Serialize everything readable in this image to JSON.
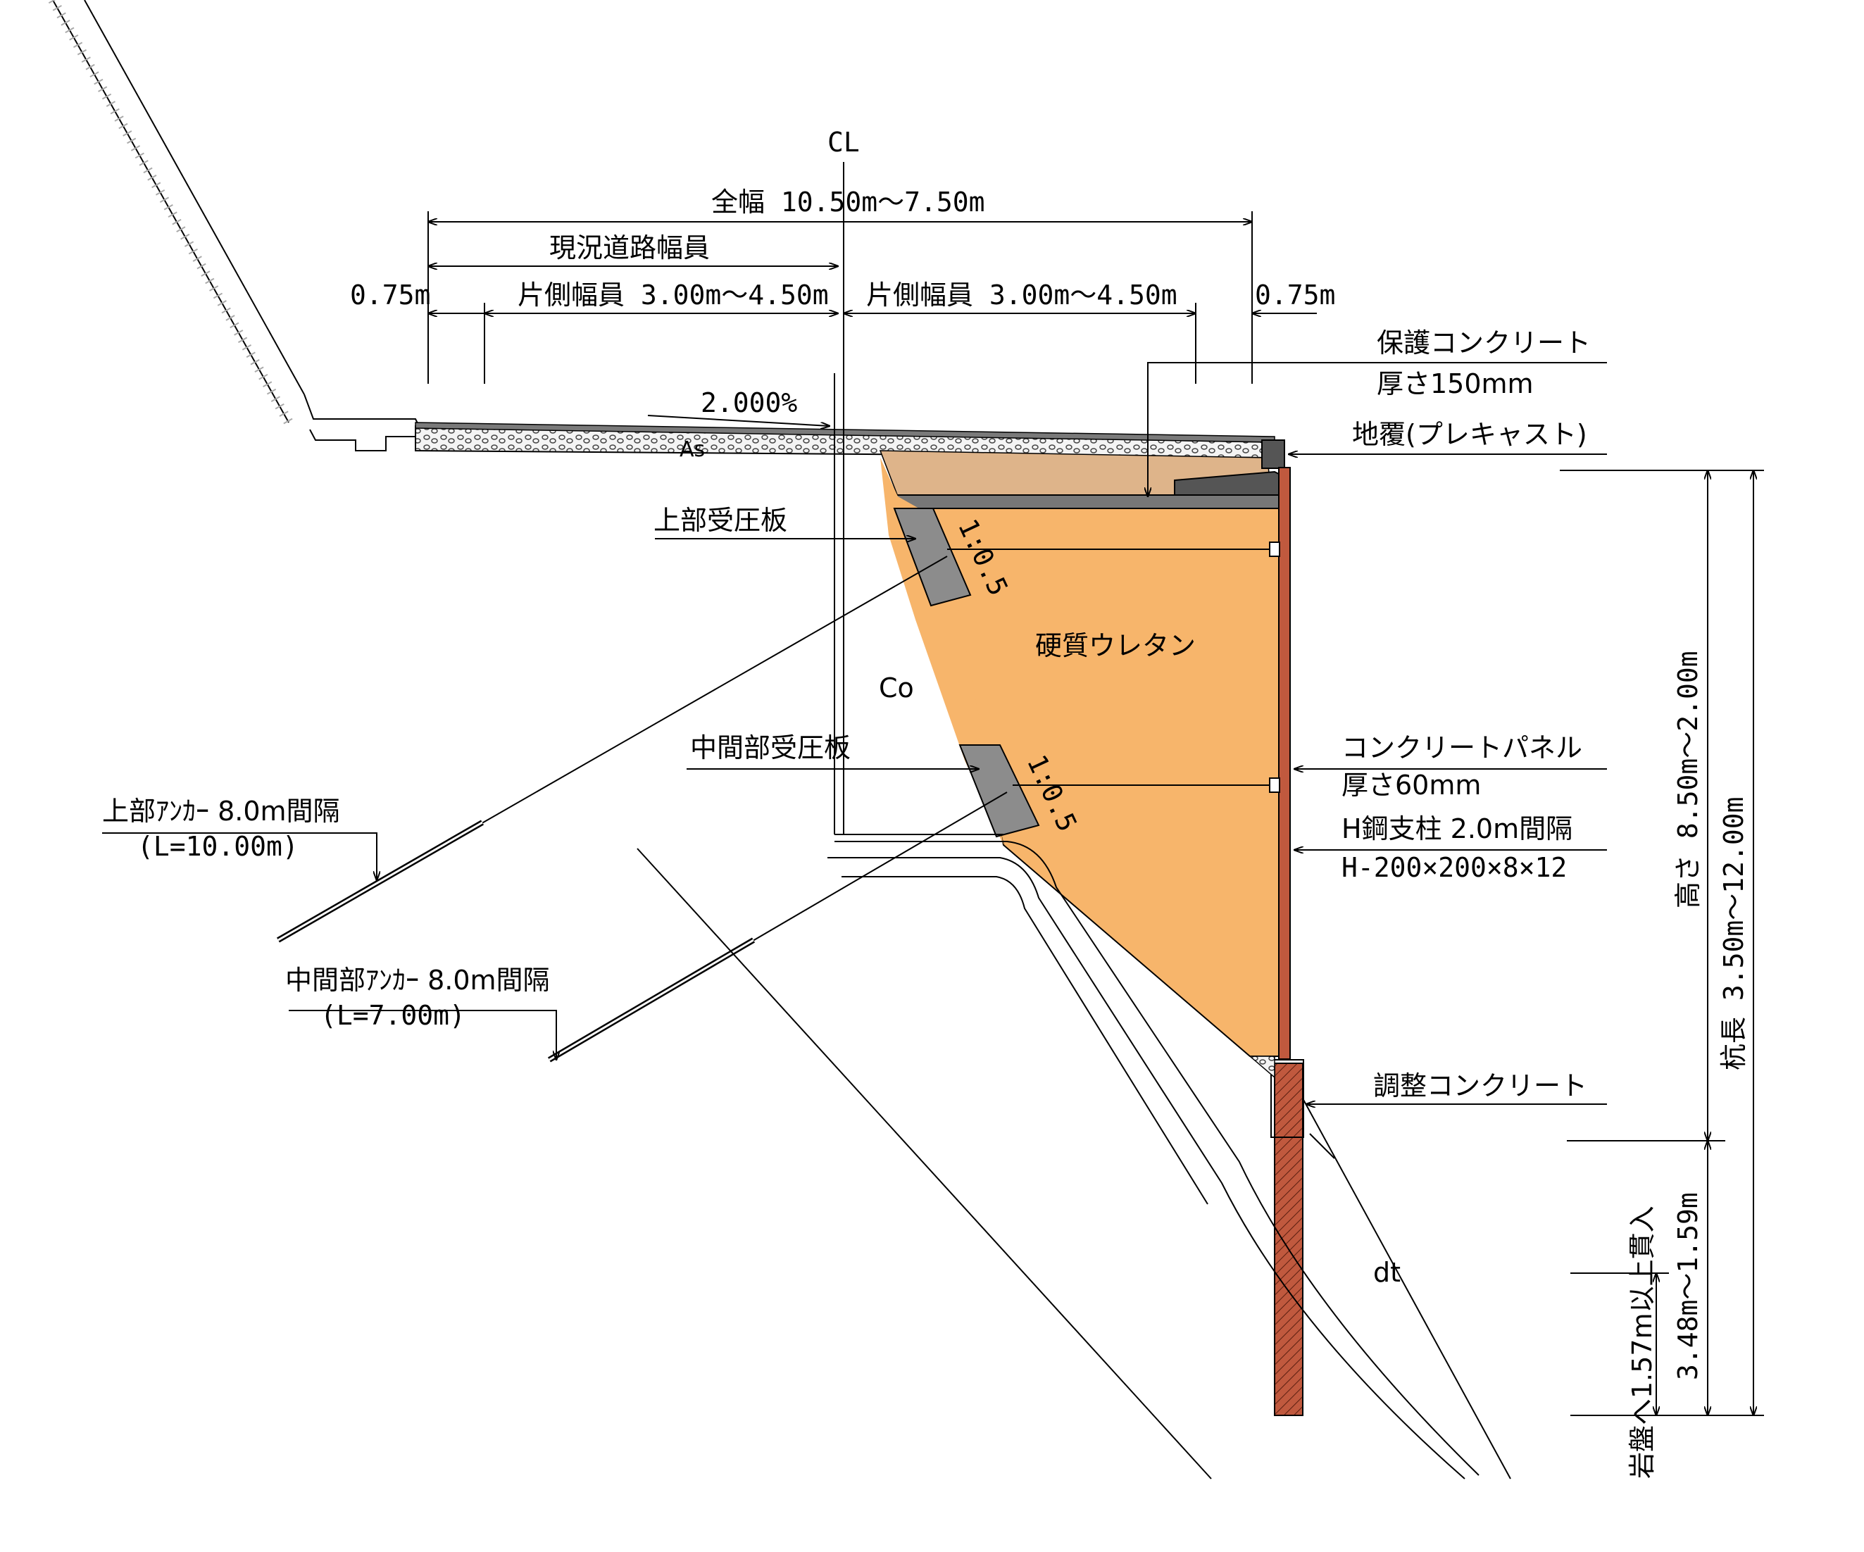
{
  "colors": {
    "urethane": "#f7b56b",
    "soil": "#deb48a",
    "plate": "#8c8c8c",
    "post": "#c0593e",
    "line": "#000000",
    "paving": "#7a7a7a"
  },
  "labels": {
    "cl": "CL",
    "total_width": "全幅 10.50m～7.50m",
    "current_road": "現況道路幅員",
    "left_shoulder": "0.75m",
    "left_half": "片側幅員 3.00m～4.50m",
    "right_half": "片側幅員 3.00m～4.50m",
    "right_shoulder": "0.75m",
    "slope": "2.000%",
    "as": "As",
    "protect_conc": "保護コンクリート",
    "protect_thk": "厚さ150mm",
    "curb": "地覆(プレキャスト)",
    "upper_plate": "上部受圧板",
    "ratio1": "1:0.5",
    "urethane": "硬質ウレタン",
    "co": "Co",
    "mid_plate": "中間部受圧板",
    "ratio2": "1:0.5",
    "upper_anchor": "上部ｱﾝｶｰ 8.0m間隔",
    "upper_anchor_l": "(L=10.00m)",
    "mid_anchor": "中間部ｱﾝｶｰ 8.0m間隔",
    "mid_anchor_l": "(L=7.00m)",
    "panel": "コンクリートパネル",
    "panel_thk": "厚さ60mm",
    "hpost": "H鋼支柱 2.0m間隔",
    "hsize": "H-200×200×8×12",
    "adjust_conc": "調整コンクリート",
    "dt": "dt",
    "height": "高さ 8.50m～2.00m",
    "pile_len": "杭長 3.50m～12.00m",
    "embed": "3.48m～1.59m",
    "rock": "岩盤へ1.57m以上貫入"
  }
}
